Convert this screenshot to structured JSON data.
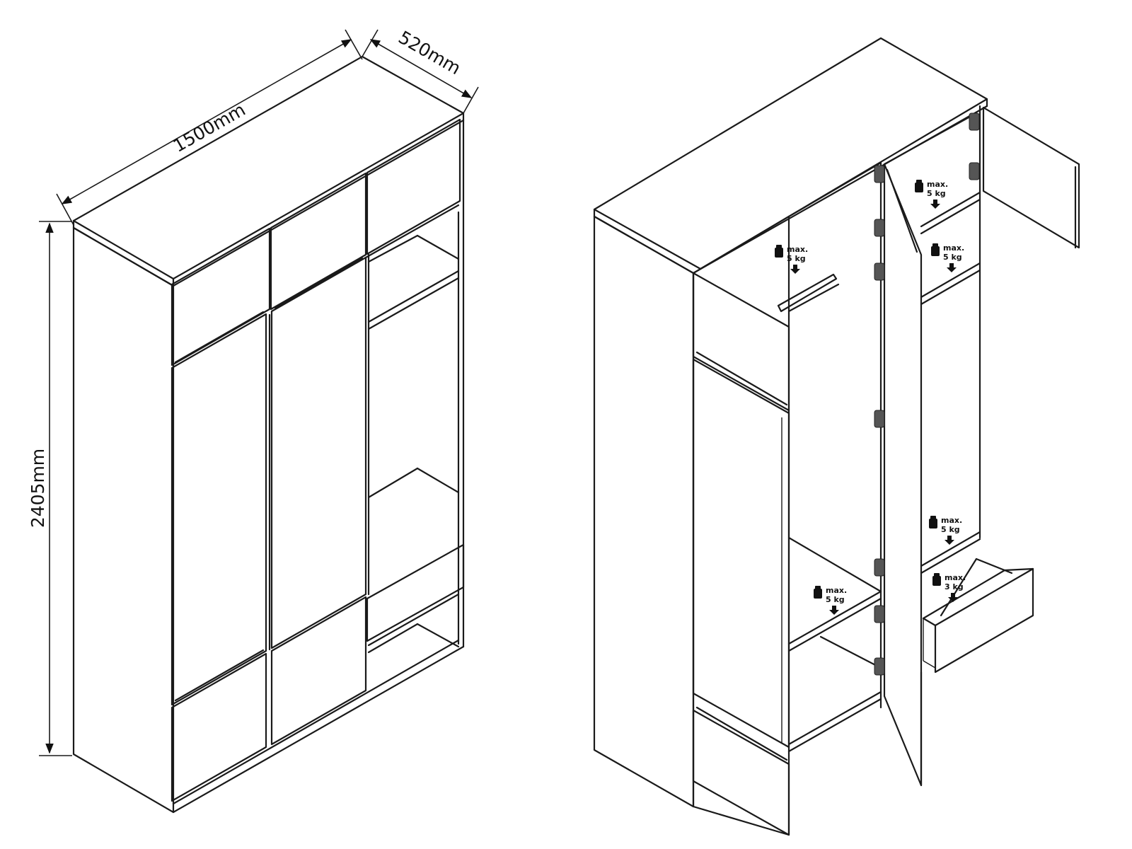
{
  "dimensions": {
    "width": "1500mm",
    "depth": "520mm",
    "height": "2405mm"
  },
  "weight_labels": [
    {
      "id": "top-left-shelf",
      "line1": "max.",
      "line2": "5 kg"
    },
    {
      "id": "top-right-compartment",
      "line1": "max.",
      "line2": "5 kg"
    },
    {
      "id": "right-upper-shelf",
      "line1": "max.",
      "line2": "5 kg"
    },
    {
      "id": "right-lower-shelf",
      "line1": "max.",
      "line2": "5 kg"
    },
    {
      "id": "drawer",
      "line1": "max.",
      "line2": "3 kg"
    },
    {
      "id": "left-lower-shelf",
      "line1": "max.",
      "line2": "5 kg"
    }
  ],
  "colors": {
    "line": "#1a1a1a",
    "background": "#ffffff"
  }
}
